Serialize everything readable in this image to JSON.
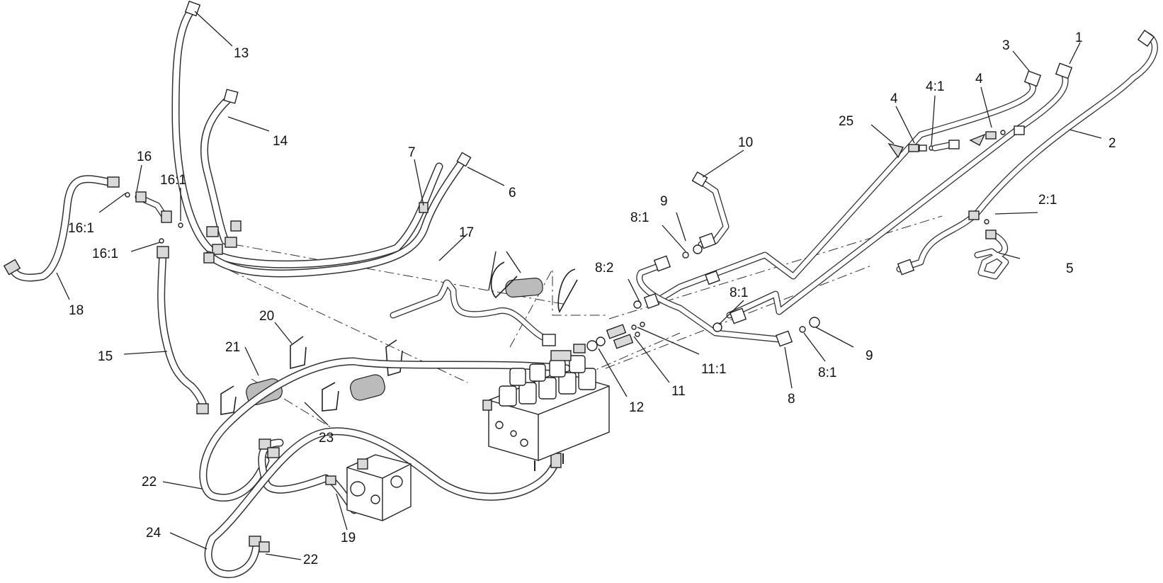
{
  "callouts": [
    {
      "id": "c1",
      "text": "1"
    },
    {
      "id": "c2",
      "text": "2"
    },
    {
      "id": "c2_1",
      "text": "2:1"
    },
    {
      "id": "c3",
      "text": "3"
    },
    {
      "id": "c4a",
      "text": "4"
    },
    {
      "id": "c4b",
      "text": "4"
    },
    {
      "id": "c4_1",
      "text": "4:1"
    },
    {
      "id": "c5",
      "text": "5"
    },
    {
      "id": "c6",
      "text": "6"
    },
    {
      "id": "c7",
      "text": "7"
    },
    {
      "id": "c8",
      "text": "8"
    },
    {
      "id": "c8_1a",
      "text": "8:1"
    },
    {
      "id": "c8_1b",
      "text": "8:1"
    },
    {
      "id": "c8_1c",
      "text": "8:1"
    },
    {
      "id": "c8_2",
      "text": "8:2"
    },
    {
      "id": "c9a",
      "text": "9"
    },
    {
      "id": "c9b",
      "text": "9"
    },
    {
      "id": "c10",
      "text": "10"
    },
    {
      "id": "c11",
      "text": "11"
    },
    {
      "id": "c11_1",
      "text": "11:1"
    },
    {
      "id": "c12",
      "text": "12"
    },
    {
      "id": "c13",
      "text": "13"
    },
    {
      "id": "c14",
      "text": "14"
    },
    {
      "id": "c15",
      "text": "15"
    },
    {
      "id": "c16",
      "text": "16"
    },
    {
      "id": "c16_1a",
      "text": "16:1"
    },
    {
      "id": "c16_1b",
      "text": "16:1"
    },
    {
      "id": "c16_1c",
      "text": "16:1"
    },
    {
      "id": "c17",
      "text": "17"
    },
    {
      "id": "c18",
      "text": "18"
    },
    {
      "id": "c19",
      "text": "19"
    },
    {
      "id": "c20",
      "text": "20"
    },
    {
      "id": "c21",
      "text": "21"
    },
    {
      "id": "c22a",
      "text": "22"
    },
    {
      "id": "c22b",
      "text": "22"
    },
    {
      "id": "c23",
      "text": "23"
    },
    {
      "id": "c24",
      "text": "24"
    },
    {
      "id": "c25",
      "text": "25"
    }
  ]
}
